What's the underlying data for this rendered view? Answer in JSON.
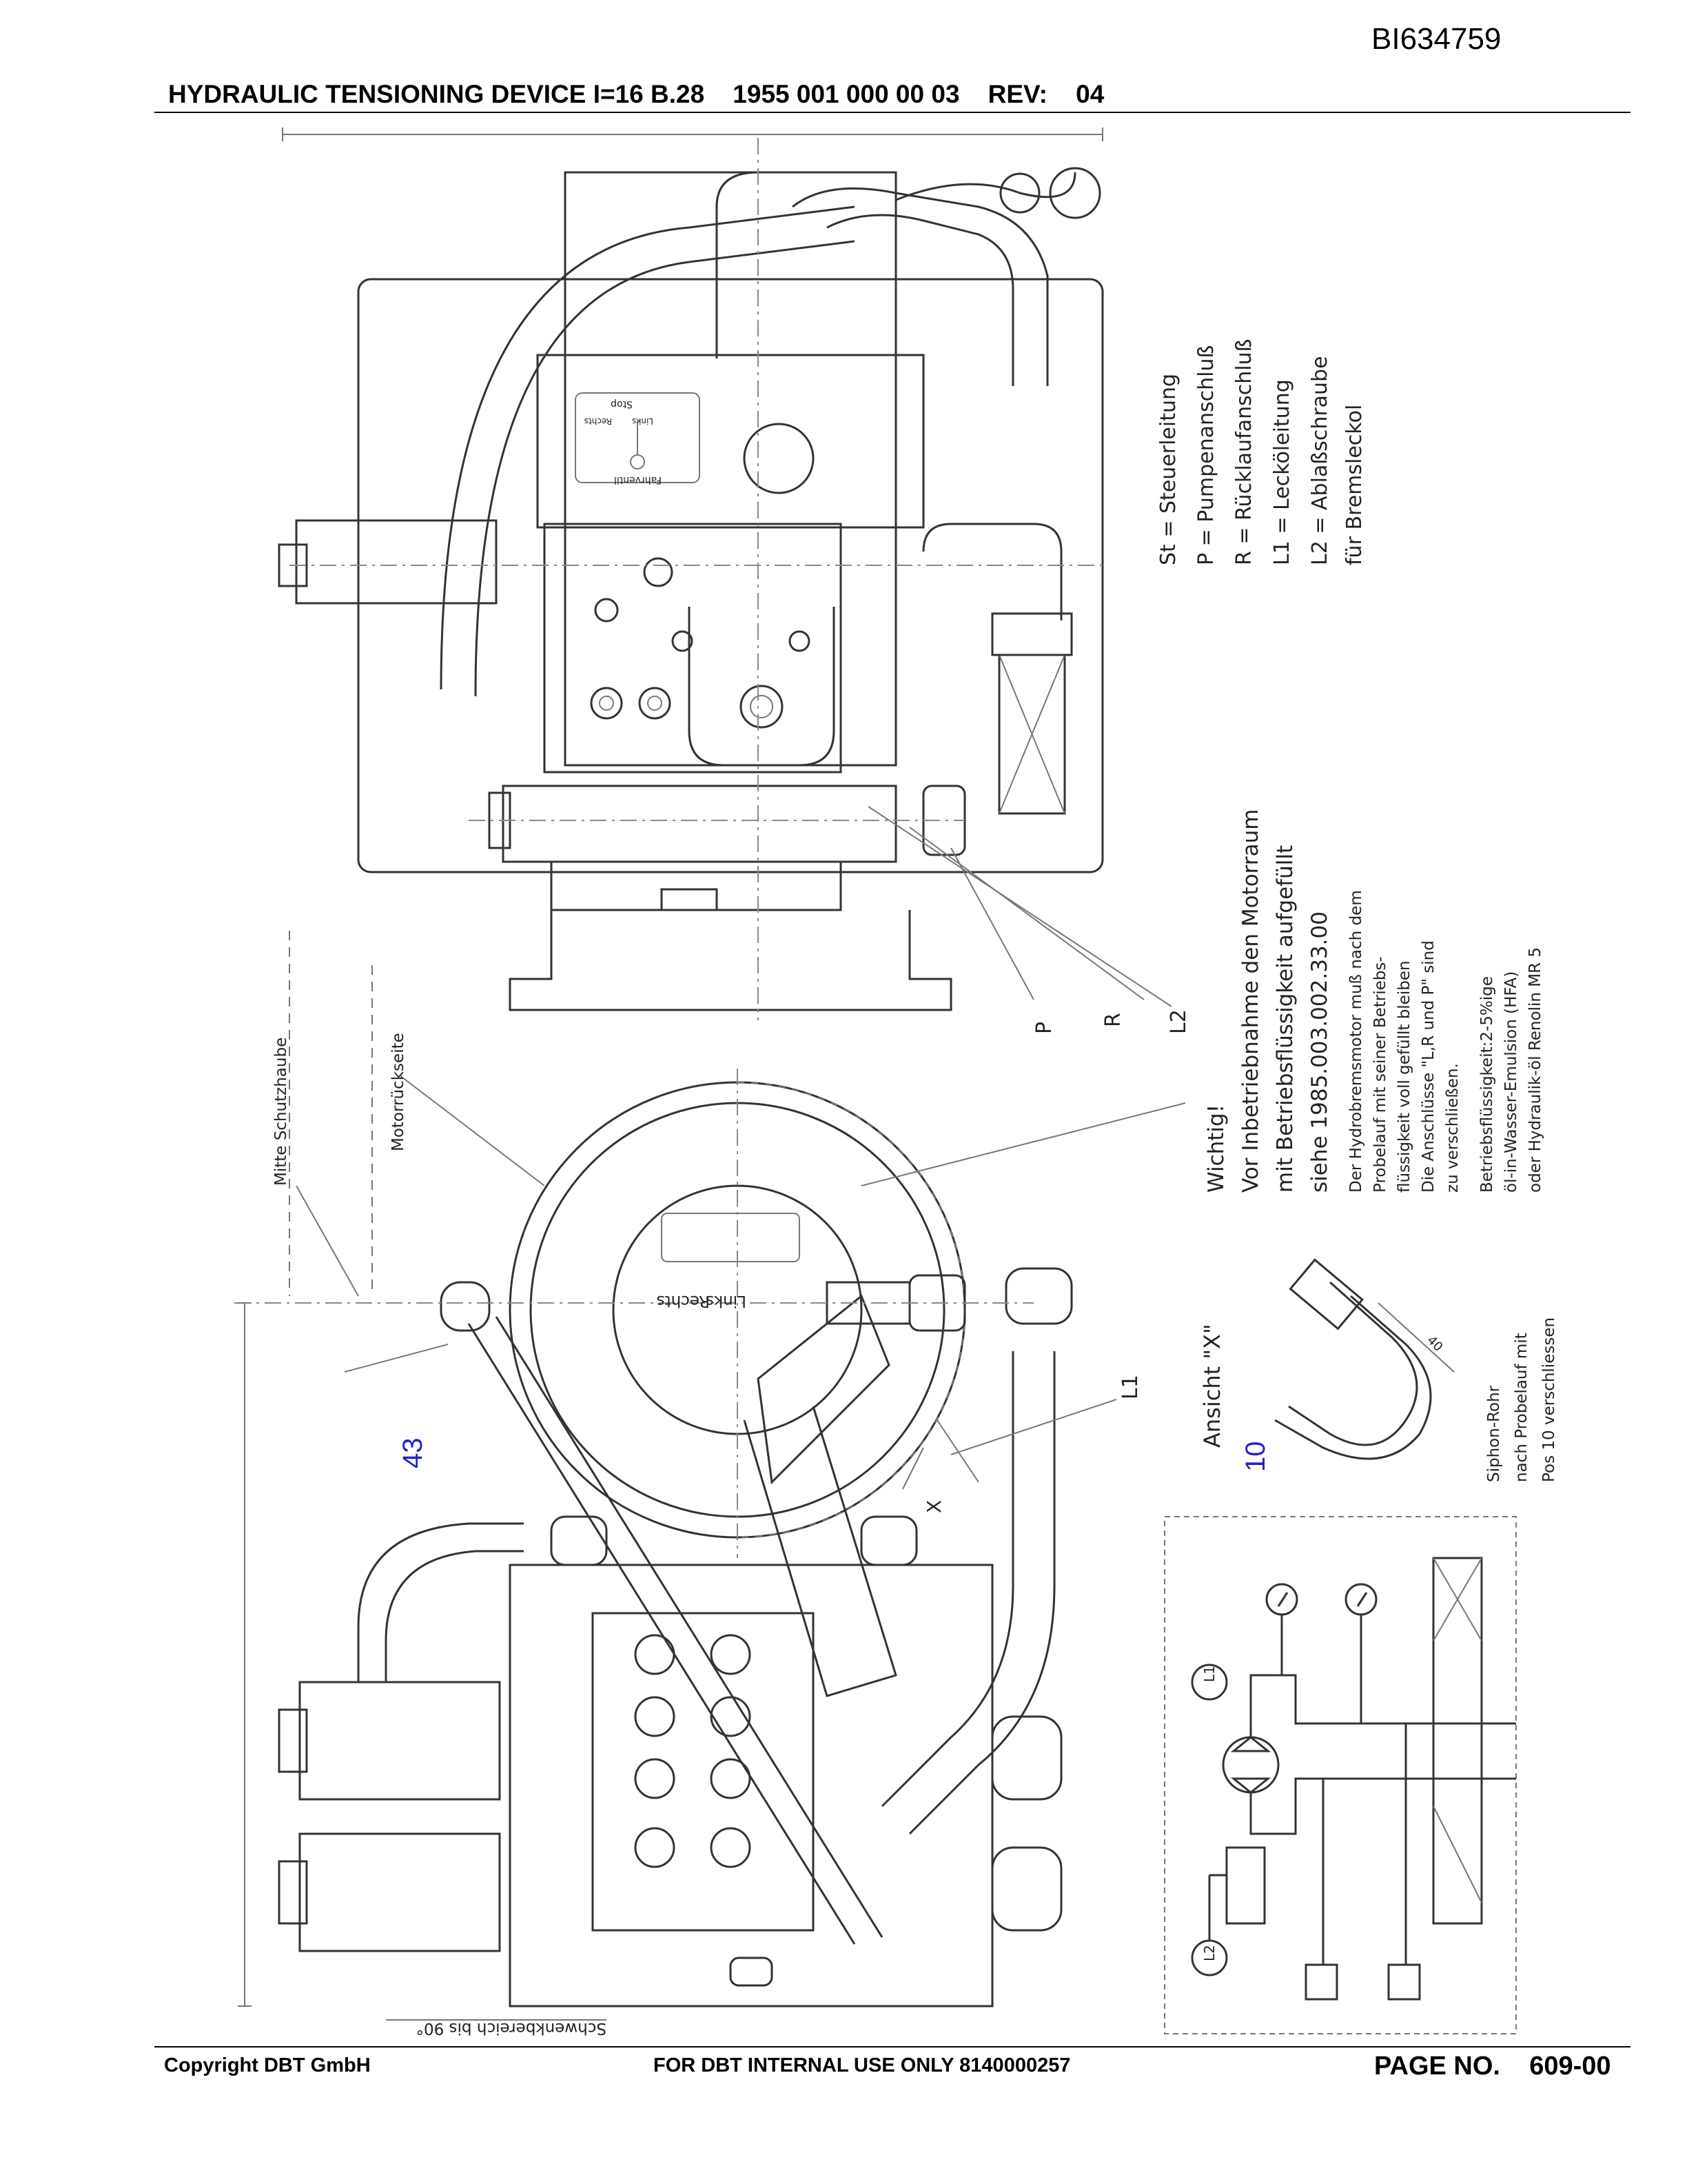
{
  "document": {
    "id": "BI634759",
    "header_title": "HYDRAULIC TENSIONING DEVICE I=16 B.28    1955 001 000 00 03    REV:    04",
    "footer": {
      "copyright": "Copyright DBT GmbH",
      "internal": "FOR DBT INTERNAL USE ONLY 8140000257",
      "page": "PAGE NO.    609-00"
    }
  },
  "legend": {
    "items": [
      "St  =  Steuerleitung",
      "P  =  Pumpenanschluß",
      "R  =  Rücklaufanschluß",
      "L1  =  Lecköleitung",
      "L2  =  Ablaßschraube",
      "        für Bremsleckol"
    ]
  },
  "notes": {
    "wichtig": [
      "Wichtig!",
      "Vor Inbetriebnahme den Motorraum",
      "mit Betriebsflüssigkeit aufgefüllt",
      "siehe 1985.003.002.33.00"
    ],
    "hydro": [
      "Der Hydrobremsmotor muß nach dem",
      "Probelauf mit seiner Betriebs-",
      "flüssigkeit voll gefüllt bleiben",
      "Die Anschlüsse \"L,R und P\" sind",
      "zu verschließen."
    ],
    "fluid": [
      "Betriebsflüssigkeit:2-5%ige",
      "öl-in-Wasser-Emulsion (HFA)",
      "oder Hydraulik-öl Renolin MR 5"
    ],
    "siphon": [
      "Siphon-Rohr",
      "nach Probelauf mit",
      "Pos 10 verschliessen"
    ],
    "ansicht": "Ansicht \"X\""
  },
  "labels": {
    "mitte_schutzhaube": "Mitte Schutzhaube",
    "motorrueckseite": "Motorrückseite",
    "schwenkbereich": "Schwenkbereich bis 90°",
    "pos_43": "43",
    "pos_10": "10",
    "port_p": "P",
    "port_r": "R",
    "port_l2": "L2",
    "port_l1": "L1",
    "port_x": "X",
    "dim_40": "40",
    "hub_links": "Links",
    "hub_rechts": "Rechts",
    "panel_stop": "Stop",
    "panel_links": "Links",
    "panel_rechts": "Rechts",
    "panel_fahrventil": "Fahrventil",
    "schem_l1": "L1",
    "schem_l2": "L2"
  },
  "colors": {
    "callout": "#2323b8",
    "line": "#333333"
  }
}
